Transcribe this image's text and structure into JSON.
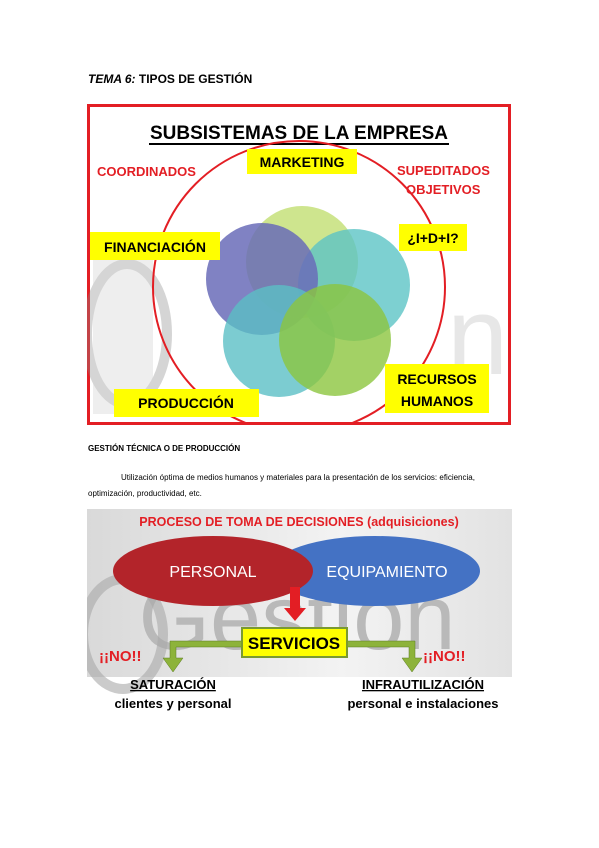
{
  "doc": {
    "heading_italic": "TEMA 6:",
    "heading_rest": " TIPOS DE GESTIÓN",
    "section_title": "GESTIÓN TÉCNICA O DE PRODUCCIÓN",
    "paragraph": "Utilización óptima de medios humanos y materiales para la presentación de los servicios: eficiencia, optimización, productividad, etc."
  },
  "figure1": {
    "title": "SUBSISTEMAS DE LA EMPRESA",
    "left_top": "COORDINADOS",
    "right_top_1": "SUPEDITADOS",
    "right_top_2": "OBJETIVOS",
    "marketing": "MARKETING",
    "financiacion": "FINANCIACIÓN",
    "idi": "¿I+D+I?",
    "recursos_1": "RECURSOS",
    "recursos_2": "HUMANOS",
    "produccion": "PRODUCCIÓN",
    "colors": {
      "border": "#e31e24",
      "label_bg": "#ffff00",
      "red_text": "#e31e24"
    }
  },
  "figure2": {
    "title": "PROCESO DE TOMA DE DECISIONES (adquisiciones)",
    "personal": "PERSONAL",
    "equipamiento": "EQUIPAMIENTO",
    "servicios": "SERVICIOS",
    "no_left": "¡¡NO!!",
    "no_right": "¡¡NO!!",
    "saturacion": "SATURACIÓN",
    "saturacion_sub": "clientes y personal",
    "infra": "INFRAUTILIZACIÓN",
    "infra_sub": "personal e instalaciones",
    "watermark": "Gestión",
    "colors": {
      "personal": "#b3242a",
      "equipamiento": "#4472c4",
      "servicios_bg": "#ffff00",
      "arrow": "#e31e24",
      "side_arrow": "#8db33a"
    }
  }
}
